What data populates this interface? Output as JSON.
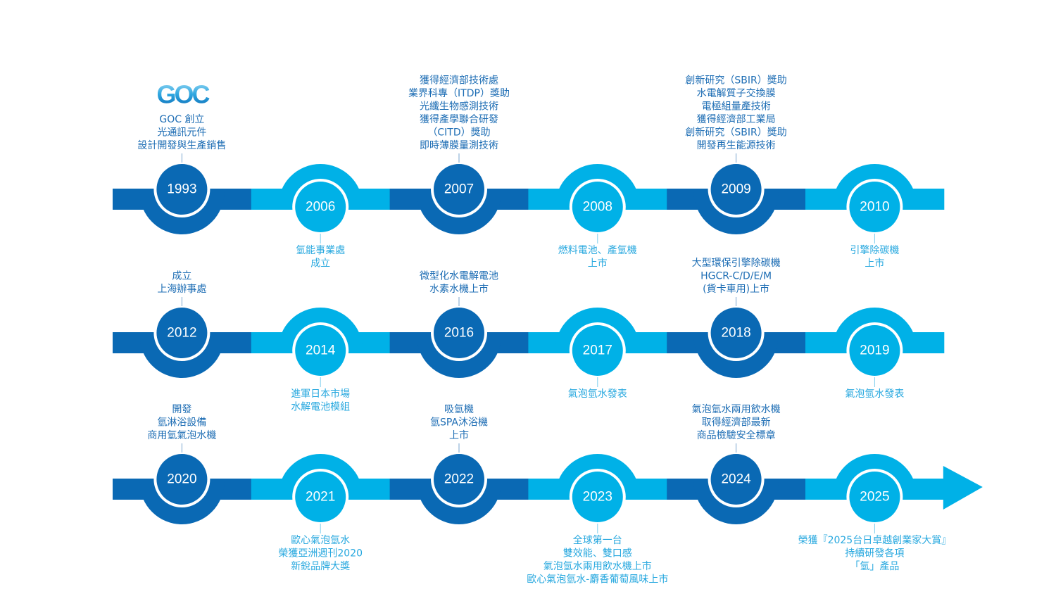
{
  "colors": {
    "dark": "#0a69b4",
    "light": "#00b1e7",
    "dark_text": "#1d6db4",
    "light_text": "#27a8df"
  },
  "logo": {
    "text": "GOC"
  },
  "rows": [
    {
      "events": [
        {
          "year": "1993",
          "lines": [
            "GOC 創立",
            "光通訊元件",
            "設計開發與生產銷售"
          ]
        },
        {
          "year": "2006",
          "lines": [
            "氫能事業處",
            "成立"
          ]
        },
        {
          "year": "2007",
          "lines": [
            "獲得經濟部技術處",
            "業界科專（ITDP）獎助",
            "光纖生物感測技術",
            "獲得產學聯合研發",
            "（CITD）獎助",
            "即時薄膜量測技術"
          ]
        },
        {
          "year": "2008",
          "lines": [
            "燃料電池、產氫機",
            "上市"
          ]
        },
        {
          "year": "2009",
          "lines": [
            "創新研究（SBIR）獎助",
            "水電解質子交換膜",
            "電極組量產技術",
            "獲得經濟部工業局",
            "創新研究（SBIR）獎助",
            "開發再生能源技術"
          ]
        },
        {
          "year": "2010",
          "lines": [
            "引擎除碳機",
            "上市"
          ]
        }
      ]
    },
    {
      "events": [
        {
          "year": "2012",
          "lines": [
            "成立",
            "上海辦事處"
          ]
        },
        {
          "year": "2014",
          "lines": [
            "進軍日本市場",
            "水解電池模組"
          ]
        },
        {
          "year": "2016",
          "lines": [
            "微型化水電解電池",
            "水素水機上市"
          ]
        },
        {
          "year": "2017",
          "lines": [
            "氣泡氫水發表"
          ]
        },
        {
          "year": "2018",
          "lines": [
            "大型環保引擎除碳機",
            "HGCR-C/D/E/M",
            "(貨卡車用)上市"
          ]
        },
        {
          "year": "2019",
          "lines": [
            "氣泡氫水發表"
          ]
        }
      ]
    },
    {
      "events": [
        {
          "year": "2020",
          "lines": [
            "開發",
            "氫淋浴設備",
            "商用氫氣泡水機"
          ]
        },
        {
          "year": "2021",
          "lines": [
            "歐心氣泡氫水",
            "榮獲亞洲週刊2020",
            "新銳品牌大獎"
          ]
        },
        {
          "year": "2022",
          "lines": [
            "吸氫機",
            "氫SPA沐浴機",
            "上市"
          ]
        },
        {
          "year": "2023",
          "lines": [
            "全球第一台",
            "雙效能、雙口感",
            "氣泡氫水兩用飲水機上市",
            "歐心氣泡氫水-麝香葡萄風味上市"
          ]
        },
        {
          "year": "2024",
          "lines": [
            "氣泡氫水兩用飲水機",
            "取得經濟部最新",
            "商品檢驗安全標章"
          ]
        },
        {
          "year": "2025",
          "lines": [
            "榮獲『2025台日卓越創業家大賞』",
            "持續研發各項",
            "「氫」產品"
          ]
        }
      ]
    }
  ]
}
